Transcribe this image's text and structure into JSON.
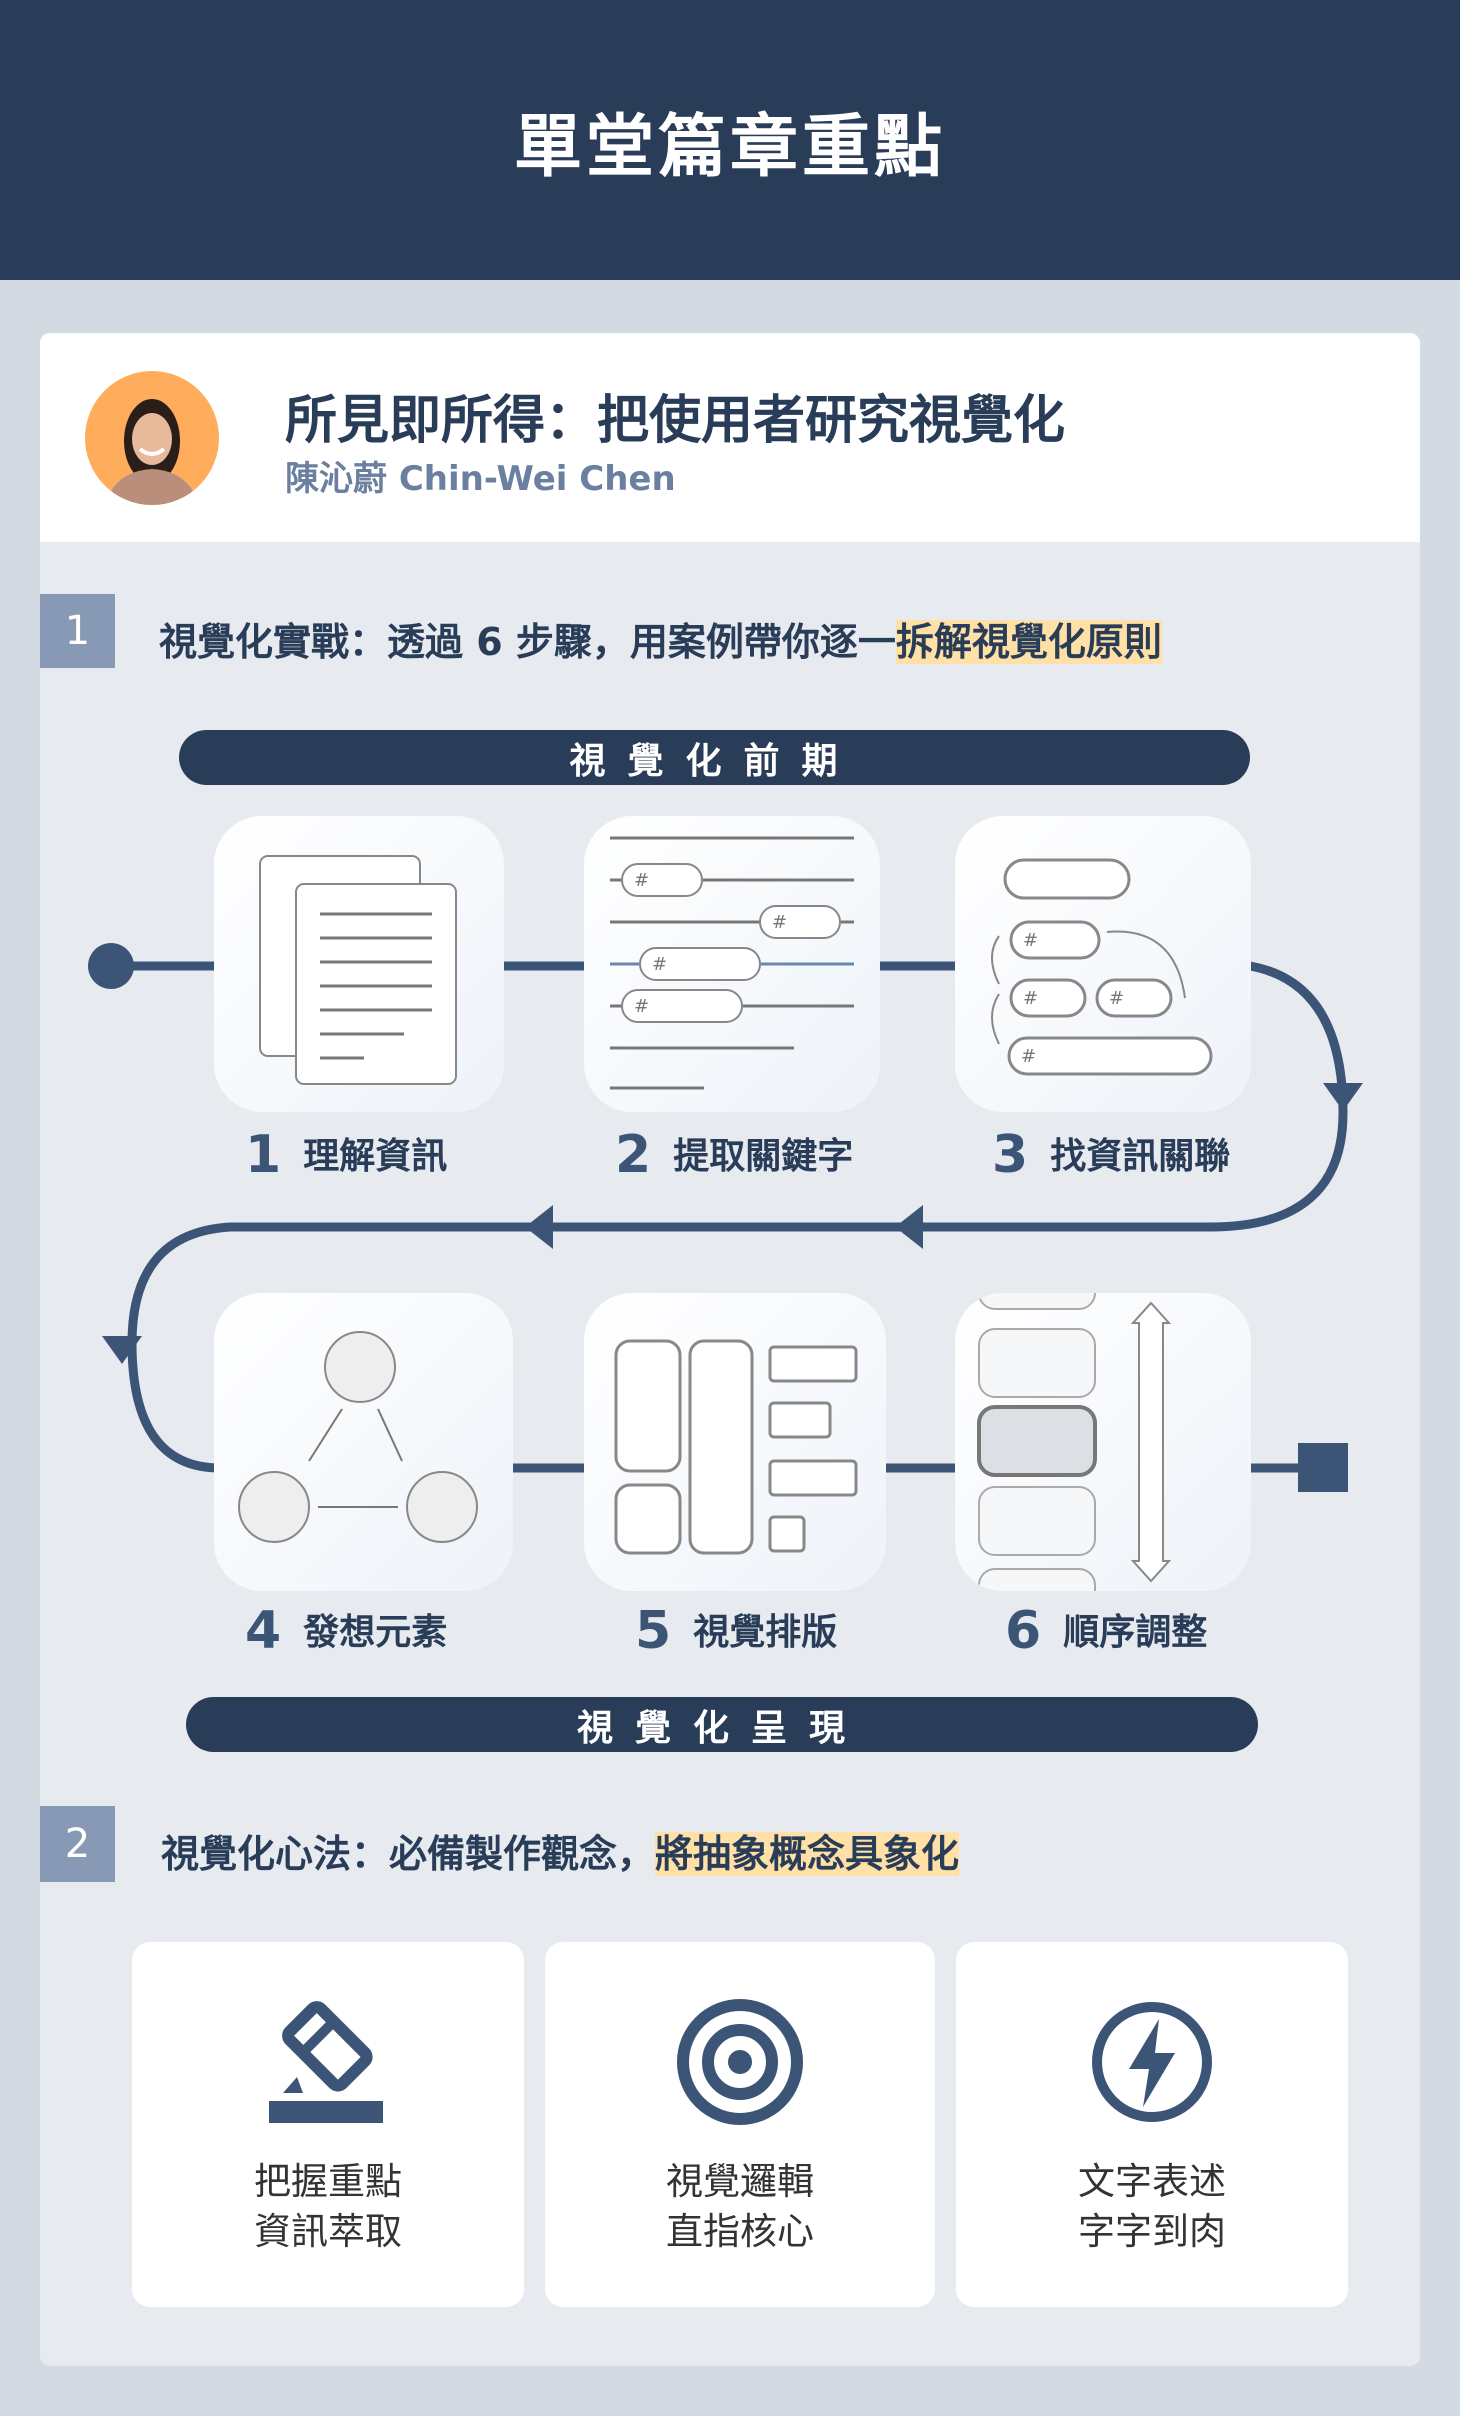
{
  "header": {
    "title": "單堂篇章重點"
  },
  "course": {
    "title": "所見即所得：把使用者研究視覺化",
    "instructor": "陳沁蔚 Chin-Wei Chen"
  },
  "section1": {
    "number": "1",
    "text": "視覺化實戰：透過 6 步驟，用案例帶你逐一",
    "highlight": "拆解視覺化原則"
  },
  "phase1": "視覺化前期",
  "phase2": "視覺化呈現",
  "steps": [
    {
      "number": "1",
      "label": "理解資訊"
    },
    {
      "number": "2",
      "label": "提取關鍵字"
    },
    {
      "number": "3",
      "label": "找資訊關聯"
    },
    {
      "number": "4",
      "label": "發想元素"
    },
    {
      "number": "5",
      "label": "視覺排版"
    },
    {
      "number": "6",
      "label": "順序調整"
    }
  ],
  "section2": {
    "number": "2",
    "text": "視覺化心法：必備製作觀念，",
    "highlight": "將抽象概念具象化"
  },
  "principles": [
    {
      "icon": "highlighter-icon",
      "line1": "把握重點",
      "line2": "資訊萃取"
    },
    {
      "icon": "target-icon",
      "line1": "視覺邏輯",
      "line2": "直指核心"
    },
    {
      "icon": "lightning-icon",
      "line1": "文字表述",
      "line2": "字字到肉"
    }
  ],
  "colors": {
    "navy": "#293d59",
    "accent": "#3c5577",
    "highlight": "#ffe0a6",
    "badge": "#8799b4"
  }
}
